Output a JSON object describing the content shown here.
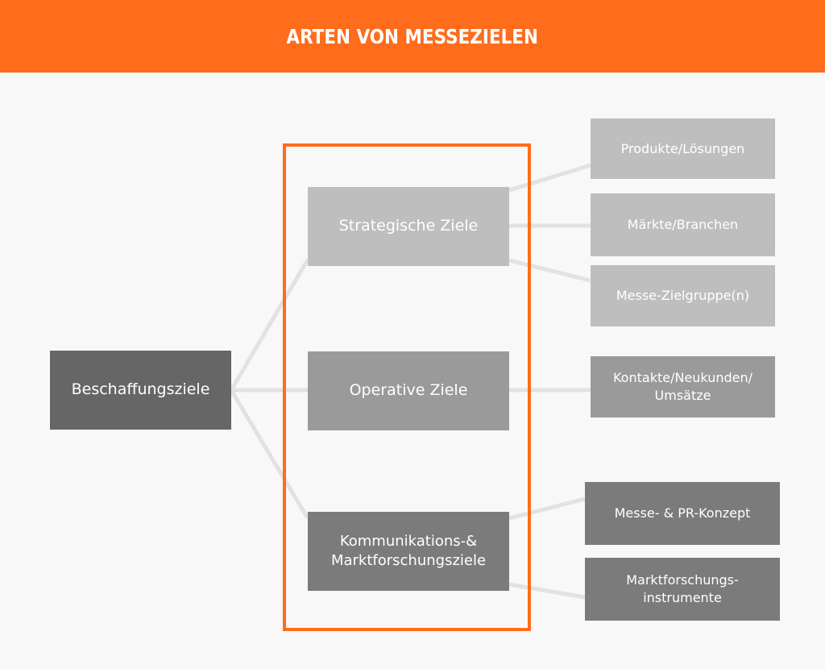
{
  "header": {
    "title": "ARTEN VON MESSEZIELEN",
    "background": "#fe6c1c"
  },
  "colors": {
    "root": "#666666",
    "strategic": "#bebebe",
    "operative": "#9a9a9a",
    "communication": "#7b7b7b",
    "connector": "#e2e2e2",
    "frame": "#fe6c1c"
  },
  "root": {
    "label": "Beschaffungsziele"
  },
  "categories": [
    {
      "label": "Strategische Ziele",
      "children": [
        "Produkte/Lösungen",
        "Märkte/Branchen",
        "Messe-Zielgruppe(n)"
      ]
    },
    {
      "label": "Operative Ziele",
      "children": [
        "Kontakte/Neukunden/ Umsätze"
      ]
    },
    {
      "label": "Kommunikations-& Marktforschungsziele",
      "children": [
        "Messe- & PR-Konzept",
        "Marktforschungs- instrumente"
      ]
    }
  ]
}
